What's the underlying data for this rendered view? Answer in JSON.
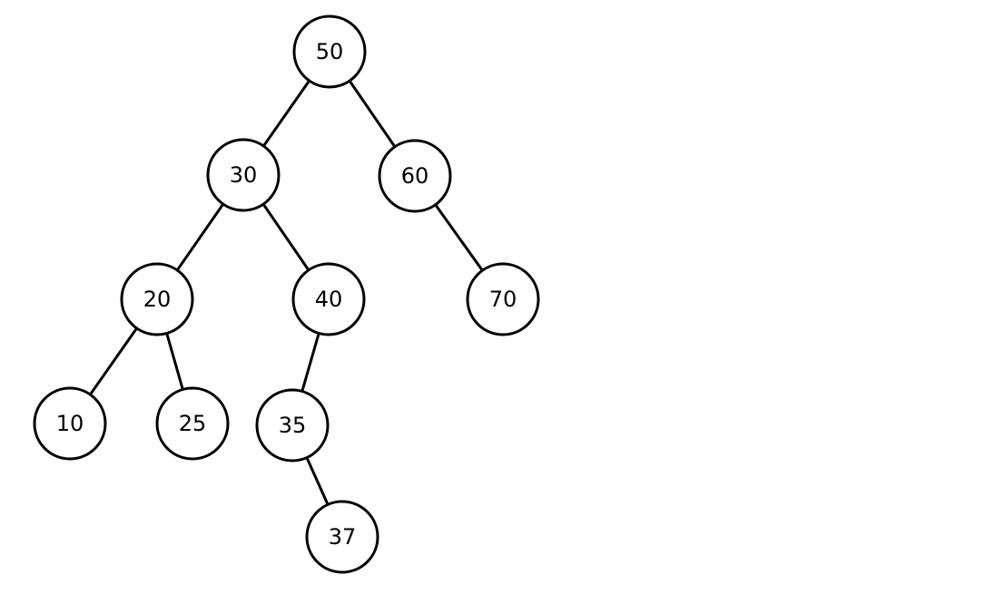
{
  "tree": {
    "nodes": [
      {
        "id": "n50",
        "label": "50"
      },
      {
        "id": "n30",
        "label": "30"
      },
      {
        "id": "n60",
        "label": "60"
      },
      {
        "id": "n20",
        "label": "20"
      },
      {
        "id": "n40",
        "label": "40"
      },
      {
        "id": "n70",
        "label": "70"
      },
      {
        "id": "n10",
        "label": "10"
      },
      {
        "id": "n25",
        "label": "25"
      },
      {
        "id": "n35",
        "label": "35"
      },
      {
        "id": "n37",
        "label": "37"
      }
    ],
    "edges": [
      {
        "from": "n50",
        "to": "n30"
      },
      {
        "from": "n50",
        "to": "n60"
      },
      {
        "from": "n30",
        "to": "n20"
      },
      {
        "from": "n30",
        "to": "n40"
      },
      {
        "from": "n60",
        "to": "n70"
      },
      {
        "from": "n20",
        "to": "n10"
      },
      {
        "from": "n20",
        "to": "n25"
      },
      {
        "from": "n40",
        "to": "n35"
      },
      {
        "from": "n35",
        "to": "n37"
      }
    ]
  }
}
